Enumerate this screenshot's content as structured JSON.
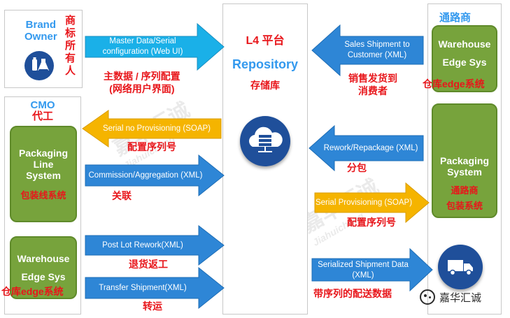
{
  "brand_owner": {
    "title": "Brand\nOwner",
    "cn": "商\n标\n所\n有\n人"
  },
  "cmo": {
    "title": "CMO",
    "cn": "代工"
  },
  "cmo_packaging": {
    "label": "Packaging\nLine\nSystem",
    "cn": "包装线系统"
  },
  "cmo_warehouse": {
    "label": "Warehouse\nEdge Sys",
    "cn": "仓库edge系统"
  },
  "center": {
    "title": "L4 平台",
    "subtitle": "Repository",
    "cn": "存储库"
  },
  "distributor": {
    "title": "通路商"
  },
  "dist_warehouse": {
    "label": "Warehouse\nEdge Sys",
    "cn": "仓库edge系统"
  },
  "dist_packaging": {
    "label": "Packaging\nSystem",
    "cn": "通路商\n包装系统"
  },
  "arrows": {
    "master_data": {
      "label": "Master Data/Serial\nconfiguration (Web UI)",
      "cn": "主数据 / 序列配置\n(网络用户界面)"
    },
    "serial_provisioning_left": {
      "label": "Serial no Provisioning (SOAP)",
      "cn": "配置序列号"
    },
    "commission": {
      "label": "Commission/Aggregation (XML)",
      "cn": "关联"
    },
    "post_lot": {
      "label": "Post Lot Rework(XML)",
      "cn": "退货返工"
    },
    "transfer": {
      "label": "Transfer Shipment(XML)",
      "cn": "转运"
    },
    "sales_shipment": {
      "label": "Sales Shipment to\nCustomer (XML)",
      "cn": "销售发货到\n消费者"
    },
    "rework": {
      "label": "Rework/Repackage (XML)",
      "cn": "分包"
    },
    "serial_provisioning_right": {
      "label": "Serial Provisioning (SOAP)",
      "cn": "配置序列号"
    },
    "serialized_shipment": {
      "label": "Serialized Shipment Data\n(XML)",
      "cn": "带序列的配送数据"
    }
  },
  "watermark": {
    "text": "嘉华汇诚",
    "sub": "Jiahuicheng"
  },
  "footer": {
    "text": "嘉华汇诚"
  },
  "colors": {
    "blue_arrow": "#2e86d6",
    "cyan_arrow": "#1ab0e8",
    "orange_arrow": "#f5b400",
    "green_box": "#77a33c",
    "red_text": "#e8161b",
    "title_blue": "#3399ee"
  }
}
